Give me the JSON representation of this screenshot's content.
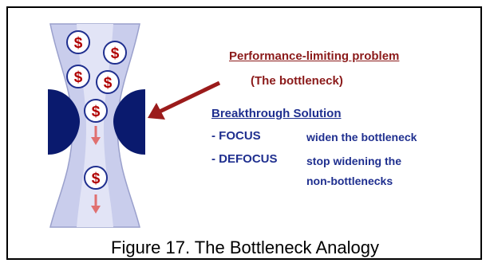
{
  "diagram": {
    "problem": {
      "title": "Performance-limiting problem",
      "subtitle": "(The bottleneck)"
    },
    "solution": {
      "title": "Breakthrough Solution",
      "focus_key": "- FOCUS",
      "focus_value": "widen the bottleneck",
      "defocus_key": "- DEFOCUS",
      "defocus_value_line1": "stop widening the",
      "defocus_value_line2": "non-bottlenecks"
    },
    "coin_symbol": "$",
    "coins": [
      "$",
      "$",
      "$",
      "$",
      "$",
      "$"
    ],
    "colors": {
      "pipe": "#c9cdec",
      "pipe_outline": "#9aa0cc",
      "constriction": "#0a1a6e",
      "arrow": "#9b1b1b",
      "coin_ring": "#1f2f8f",
      "coin_text": "#b00000",
      "problem_text": "#8b1a1a",
      "solution_text": "#1f2f8f"
    }
  },
  "caption": "Figure 17. The Bottleneck Analogy"
}
